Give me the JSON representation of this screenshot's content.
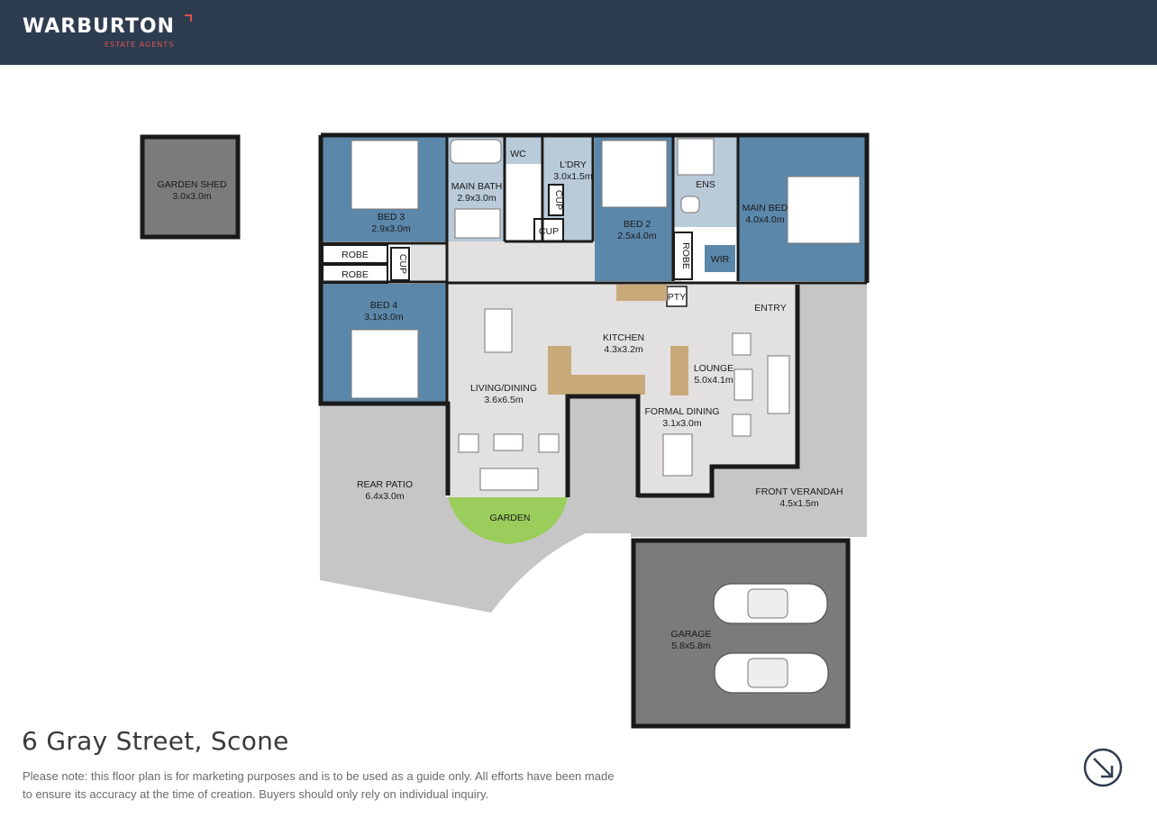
{
  "brand": {
    "name": "WARBURTON",
    "tagline": "ESTATE AGENTS"
  },
  "rooms": {
    "garden_shed": {
      "name": "GARDEN SHED",
      "size": "3.0x3.0m"
    },
    "bed3": {
      "name": "BED 3",
      "size": "2.9x3.0m"
    },
    "main_bath": {
      "name": "MAIN BATH",
      "size": "2.9x3.0m"
    },
    "wc": {
      "name": "WC"
    },
    "ldry": {
      "name": "L'DRY",
      "size": "3.0x1.5m"
    },
    "cup_ldry": {
      "name": "CUP"
    },
    "cup_hall": {
      "name": "CUP"
    },
    "cup_side": {
      "name": "CUP"
    },
    "bed2": {
      "name": "BED 2",
      "size": "2.5x4.0m"
    },
    "ens": {
      "name": "ENS"
    },
    "main_bed": {
      "name": "MAIN BED",
      "size": "4.0x4.0m"
    },
    "robe_1": {
      "name": "ROBE"
    },
    "robe_2": {
      "name": "ROBE"
    },
    "robe_bed2": {
      "name": "ROBE"
    },
    "wir": {
      "name": "WIR"
    },
    "pty": {
      "name": "PTY"
    },
    "entry": {
      "name": "ENTRY"
    },
    "bed4": {
      "name": "BED 4",
      "size": "3.1x3.0m"
    },
    "kitchen": {
      "name": "KITCHEN",
      "size": "4.3x3.2m"
    },
    "lounge": {
      "name": "LOUNGE",
      "size": "5.0x4.1m"
    },
    "living_dining": {
      "name": "LIVING/DINING",
      "size": "3.6x6.5m"
    },
    "formal_dining": {
      "name": "FORMAL DINING",
      "size": "3.1x3.0m"
    },
    "rear_patio": {
      "name": "REAR PATIO",
      "size": "6.4x3.0m"
    },
    "garden": {
      "name": "GARDEN"
    },
    "front_verandah": {
      "name": "FRONT VERANDAH",
      "size": "4.5x1.5m"
    },
    "garage": {
      "name": "GARAGE",
      "size": "5.8x5.8m"
    }
  },
  "address": "6 Gray Street, Scone",
  "disclaimer": "Please note: this floor plan is for marketing purposes and is to be used as a guide only. All efforts have been made to ensure its accuracy at the time of creation. Buyers should only rely on individual inquiry.",
  "compass": {
    "icon": "compass-icon"
  },
  "colors": {
    "header": "#2e3c50",
    "bedroom": "#5b87aa",
    "wet_area": "#b9cad9",
    "living": "#e3e1e0",
    "outdoor": "#c6c6c6",
    "garage": "#7b7b7b",
    "garden": "#9acd5b",
    "accent": "#d9534f"
  }
}
